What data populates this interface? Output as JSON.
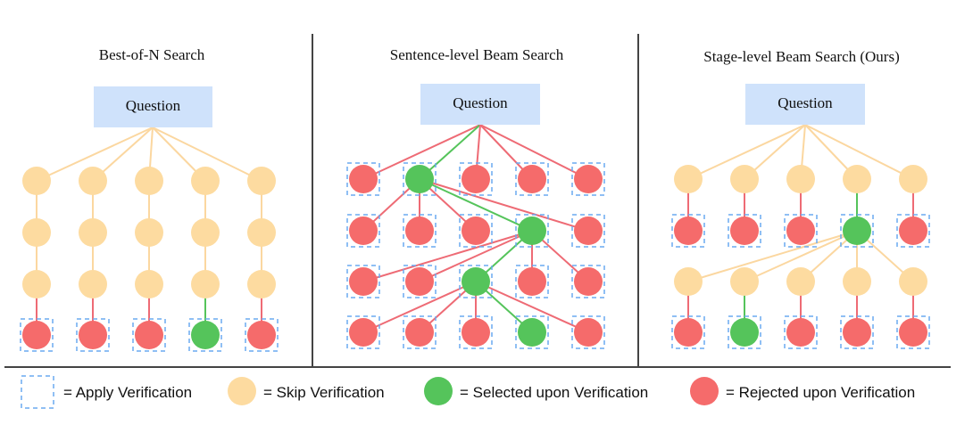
{
  "colors": {
    "skip": "#fddba0",
    "selected": "#55c45b",
    "rejected": "#f56b6b",
    "question_box": "#cfe2fb",
    "verify_box": "#6aaaf0",
    "edge_skip": "#fbd7a0",
    "edge_selected": "#55c45b",
    "edge_rejected": "#ee6b75",
    "divider": "#444444"
  },
  "panels": [
    {
      "title": "Best-of-N Search",
      "question": "Question",
      "layers": [
        [
          "skip",
          "skip",
          "skip",
          "skip",
          "skip"
        ],
        [
          "skip",
          "skip",
          "skip",
          "skip",
          "skip"
        ],
        [
          "skip",
          "skip",
          "skip",
          "skip",
          "skip"
        ],
        [
          "rejected",
          "rejected",
          "rejected",
          "selected",
          "rejected"
        ]
      ],
      "verified": [
        [
          false,
          false,
          false,
          false,
          false
        ],
        [
          false,
          false,
          false,
          false,
          false
        ],
        [
          false,
          false,
          false,
          false,
          false
        ],
        [
          true,
          true,
          true,
          true,
          true
        ]
      ],
      "question_edges": [
        [
          0,
          "skip"
        ],
        [
          1,
          "skip"
        ],
        [
          2,
          "skip"
        ],
        [
          3,
          "skip"
        ],
        [
          4,
          "skip"
        ]
      ],
      "edges": [
        [
          0,
          0,
          0,
          "skip"
        ],
        [
          0,
          1,
          1,
          "skip"
        ],
        [
          0,
          2,
          2,
          "skip"
        ],
        [
          0,
          3,
          3,
          "skip"
        ],
        [
          0,
          4,
          4,
          "skip"
        ],
        [
          1,
          0,
          0,
          "skip"
        ],
        [
          1,
          1,
          1,
          "skip"
        ],
        [
          1,
          2,
          2,
          "skip"
        ],
        [
          1,
          3,
          3,
          "skip"
        ],
        [
          1,
          4,
          4,
          "skip"
        ],
        [
          2,
          0,
          0,
          "rejected"
        ],
        [
          2,
          1,
          1,
          "rejected"
        ],
        [
          2,
          2,
          2,
          "rejected"
        ],
        [
          2,
          3,
          3,
          "selected"
        ],
        [
          2,
          4,
          4,
          "rejected"
        ]
      ]
    },
    {
      "title": "Sentence-level Beam Search",
      "question": "Question",
      "layers": [
        [
          "rejected",
          "selected",
          "rejected",
          "rejected",
          "rejected"
        ],
        [
          "rejected",
          "rejected",
          "rejected",
          "selected",
          "rejected"
        ],
        [
          "rejected",
          "rejected",
          "selected",
          "rejected",
          "rejected"
        ],
        [
          "rejected",
          "rejected",
          "rejected",
          "selected",
          "rejected"
        ]
      ],
      "verified": [
        [
          true,
          true,
          true,
          true,
          true
        ],
        [
          true,
          true,
          true,
          true,
          true
        ],
        [
          true,
          true,
          true,
          true,
          true
        ],
        [
          true,
          true,
          true,
          true,
          true
        ]
      ],
      "question_edges": [
        [
          0,
          "rejected"
        ],
        [
          1,
          "selected"
        ],
        [
          2,
          "rejected"
        ],
        [
          3,
          "rejected"
        ],
        [
          4,
          "rejected"
        ]
      ],
      "edges": [
        [
          0,
          1,
          0,
          "rejected"
        ],
        [
          0,
          1,
          1,
          "rejected"
        ],
        [
          0,
          1,
          2,
          "rejected"
        ],
        [
          0,
          1,
          3,
          "selected"
        ],
        [
          0,
          1,
          4,
          "rejected"
        ],
        [
          1,
          3,
          0,
          "rejected"
        ],
        [
          1,
          3,
          1,
          "rejected"
        ],
        [
          1,
          3,
          2,
          "selected"
        ],
        [
          1,
          3,
          3,
          "rejected"
        ],
        [
          1,
          3,
          4,
          "rejected"
        ],
        [
          2,
          2,
          0,
          "rejected"
        ],
        [
          2,
          2,
          1,
          "rejected"
        ],
        [
          2,
          2,
          2,
          "rejected"
        ],
        [
          2,
          2,
          3,
          "selected"
        ],
        [
          2,
          2,
          4,
          "rejected"
        ]
      ]
    },
    {
      "title": "Stage-level Beam Search (Ours)",
      "question": "Question",
      "layers": [
        [
          "skip",
          "skip",
          "skip",
          "skip",
          "skip"
        ],
        [
          "rejected",
          "rejected",
          "rejected",
          "selected",
          "rejected"
        ],
        [
          "skip",
          "skip",
          "skip",
          "skip",
          "skip"
        ],
        [
          "rejected",
          "selected",
          "rejected",
          "rejected",
          "rejected"
        ]
      ],
      "verified": [
        [
          false,
          false,
          false,
          false,
          false
        ],
        [
          true,
          true,
          true,
          true,
          true
        ],
        [
          false,
          false,
          false,
          false,
          false
        ],
        [
          true,
          true,
          true,
          true,
          true
        ]
      ],
      "question_edges": [
        [
          0,
          "skip"
        ],
        [
          1,
          "skip"
        ],
        [
          2,
          "skip"
        ],
        [
          3,
          "skip"
        ],
        [
          4,
          "skip"
        ]
      ],
      "edges": [
        [
          0,
          0,
          0,
          "rejected"
        ],
        [
          0,
          1,
          1,
          "rejected"
        ],
        [
          0,
          2,
          2,
          "rejected"
        ],
        [
          0,
          3,
          3,
          "selected"
        ],
        [
          0,
          4,
          4,
          "rejected"
        ],
        [
          1,
          3,
          0,
          "skip"
        ],
        [
          1,
          3,
          1,
          "skip"
        ],
        [
          1,
          3,
          2,
          "skip"
        ],
        [
          1,
          3,
          3,
          "skip"
        ],
        [
          1,
          3,
          4,
          "skip"
        ],
        [
          2,
          0,
          0,
          "rejected"
        ],
        [
          2,
          1,
          1,
          "selected"
        ],
        [
          2,
          2,
          2,
          "rejected"
        ],
        [
          2,
          3,
          3,
          "rejected"
        ],
        [
          2,
          4,
          4,
          "rejected"
        ]
      ]
    }
  ],
  "legend": [
    {
      "marker": "verify-box",
      "text": "=  Apply Verification"
    },
    {
      "marker": "skip",
      "text": "=  Skip Verification"
    },
    {
      "marker": "selected",
      "text": "=  Selected upon Verification"
    },
    {
      "marker": "rejected",
      "text": "=  Rejected upon Verification"
    }
  ]
}
